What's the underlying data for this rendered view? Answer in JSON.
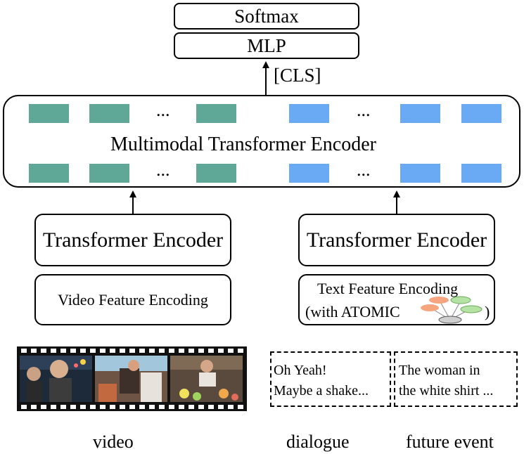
{
  "head": {
    "softmax": "Softmax",
    "mlp": "MLP",
    "cls": "[CLS]"
  },
  "fusion": {
    "label": "Multimodal Transformer Encoder",
    "ellipsis": "..."
  },
  "left": {
    "encoder": "Transformer Encoder",
    "feature": "Video Feature Encoding"
  },
  "right": {
    "encoder": "Transformer Encoder",
    "feature_line1": "Text Feature Encoding",
    "feature_line2": "(with ATOMIC",
    "feature_close": ")"
  },
  "dialogue": {
    "line1": "Oh Yeah!",
    "line2": "Maybe a shake..."
  },
  "future": {
    "line1": "The woman in",
    "line2": "the white shirt ..."
  },
  "captions": {
    "video": "video",
    "dialogue": "dialogue",
    "future": "future event"
  },
  "colors": {
    "video_token": "#5fa898",
    "text_token": "#6aa9f3"
  }
}
